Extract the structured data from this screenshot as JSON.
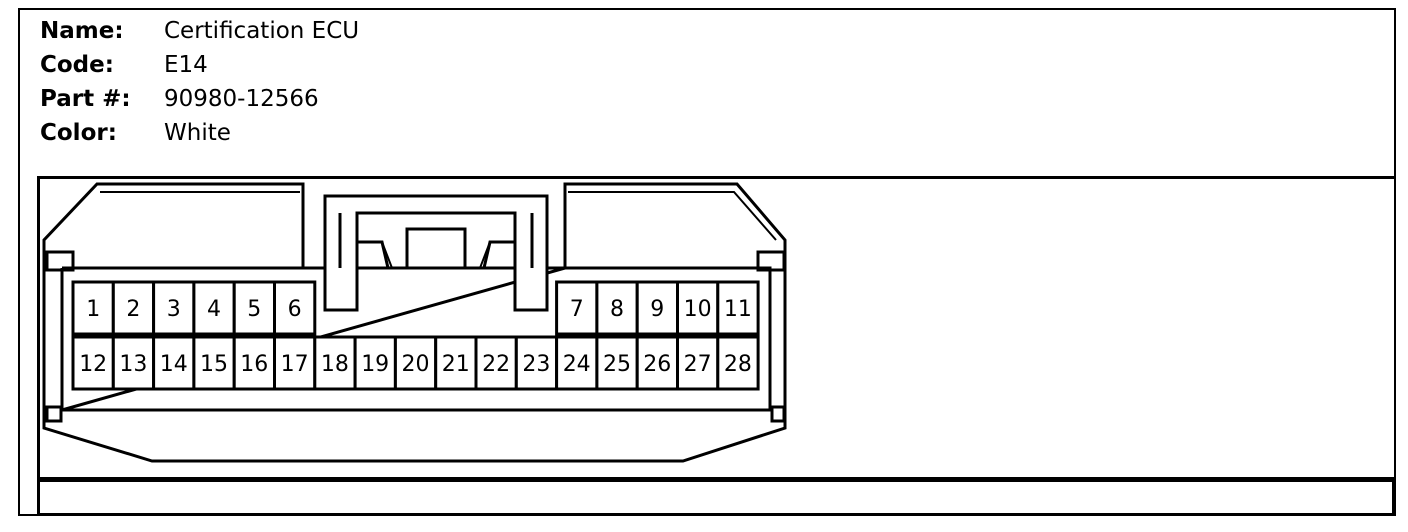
{
  "info": {
    "name_label": "Name:",
    "name_value": "Certification ECU",
    "code_label": "Code:",
    "code_value": "E14",
    "part_label": "Part #:",
    "part_value": "90980-12566",
    "color_label": "Color:",
    "color_value": "White"
  },
  "connector": {
    "top_row": [
      "1",
      "2",
      "3",
      "4",
      "5",
      "6",
      "7",
      "8",
      "9",
      "10",
      "11"
    ],
    "bottom_row": [
      "12",
      "13",
      "14",
      "15",
      "16",
      "17",
      "18",
      "19",
      "20",
      "21",
      "22",
      "23",
      "24",
      "25",
      "26",
      "27",
      "28"
    ]
  }
}
